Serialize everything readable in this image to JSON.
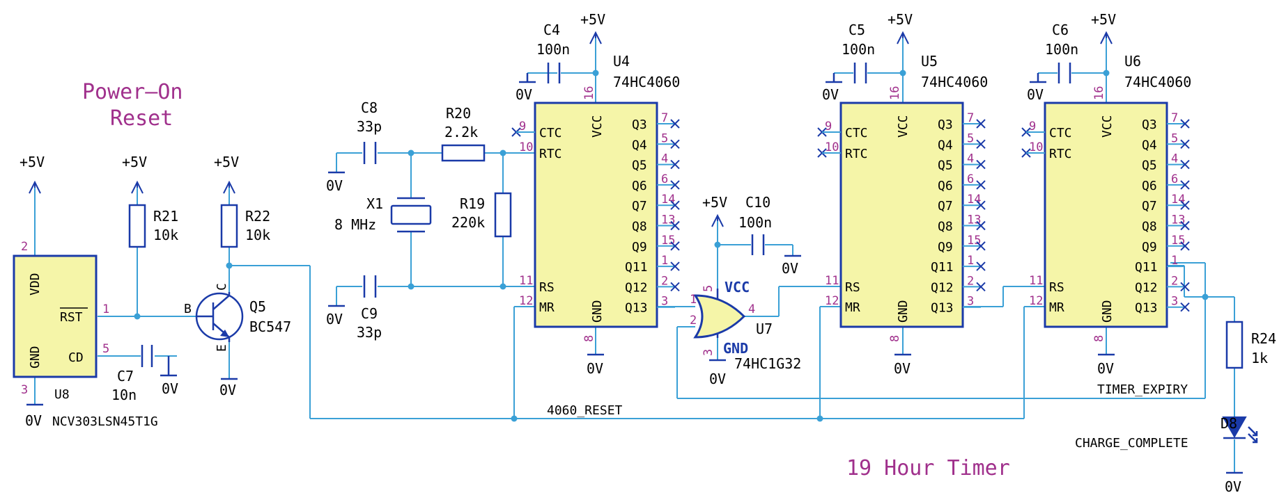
{
  "colors": {
    "wire": "#3aa0d6",
    "body": "#1a3aa8",
    "chip": "#f5f5a8",
    "pin": "#a0308c",
    "title": "#a0308c",
    "rail": "#1a3aa8"
  },
  "titles": {
    "por_line1": "Power–On",
    "por_line2": "Reset",
    "timer": "19 Hour Timer"
  },
  "rails": {
    "vcc": "+5V",
    "gnd": "0V"
  },
  "nets": {
    "reset": "4060_RESET",
    "expiry": "TIMER_EXPIRY"
  },
  "u8": {
    "ref": "U8",
    "value": "NCV303LSN45T1G",
    "pin_vdd": "VDD",
    "pin_gnd": "GND",
    "pin_rst": "RST",
    "pin_cd": "CD",
    "n_vdd": "2",
    "n_gnd": "3",
    "n_rst": "1",
    "n_cd": "5"
  },
  "r21": {
    "ref": "R21",
    "value": "10k"
  },
  "r22": {
    "ref": "R22",
    "value": "10k"
  },
  "c7": {
    "ref": "C7",
    "value": "10n"
  },
  "q5": {
    "ref": "Q5",
    "value": "BC547",
    "b": "B",
    "c": "C",
    "e": "E"
  },
  "c8": {
    "ref": "C8",
    "value": "33p"
  },
  "c9": {
    "ref": "C9",
    "value": "33p"
  },
  "r20": {
    "ref": "R20",
    "value": "2.2k"
  },
  "r19": {
    "ref": "R19",
    "value": "220k"
  },
  "x1": {
    "ref": "X1",
    "value": "8 MHz"
  },
  "c4": {
    "ref": "C4",
    "value": "100n"
  },
  "c5": {
    "ref": "C5",
    "value": "100n"
  },
  "c6": {
    "ref": "C6",
    "value": "100n"
  },
  "c10": {
    "ref": "C10",
    "value": "100n"
  },
  "u4": {
    "ref": "U4",
    "value": "74HC4060"
  },
  "u5": {
    "ref": "U5",
    "value": "74HC4060"
  },
  "u6": {
    "ref": "U6",
    "value": "74HC4060"
  },
  "u7": {
    "ref": "U7",
    "value": "74HC1G32",
    "vcc": "VCC",
    "gnd": "GND",
    "n_a": "1",
    "n_b": "2",
    "n_y": "4",
    "n_vcc": "5",
    "n_gnd": "3"
  },
  "r24": {
    "ref": "R24",
    "value": "1k"
  },
  "d8": {
    "ref": "D8",
    "value": "CHARGE_COMPLETE"
  },
  "ic_pins": {
    "ctc": "CTC",
    "rtc": "RTC",
    "rs": "RS",
    "mr": "MR",
    "vcc": "VCC",
    "gnd": "GND",
    "q3": "Q3",
    "q4": "Q4",
    "q5": "Q5",
    "q6": "Q6",
    "q7": "Q7",
    "q8": "Q8",
    "q9": "Q9",
    "q11": "Q11",
    "q12": "Q12",
    "q13": "Q13",
    "n_ctc": "9",
    "n_rtc": "10",
    "n_rs": "11",
    "n_mr": "12",
    "n_vcc": "16",
    "n_gnd": "8",
    "n_q3": "7",
    "n_q4": "5",
    "n_q5": "4",
    "n_q6": "6",
    "n_q7": "14",
    "n_q8": "13",
    "n_q9": "15",
    "n_q11": "1",
    "n_q12": "2",
    "n_q13": "3"
  }
}
